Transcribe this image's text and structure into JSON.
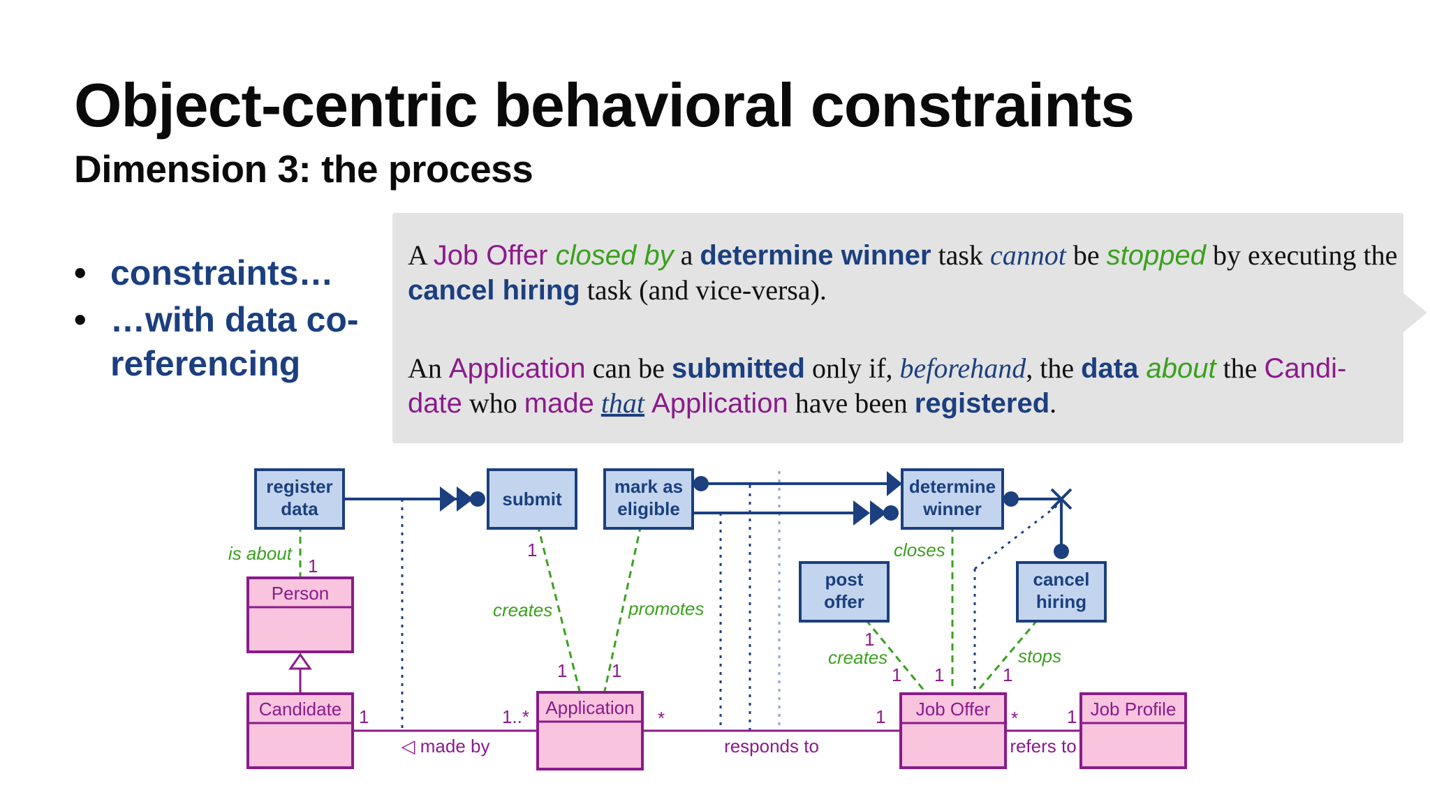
{
  "slide": {
    "title": "Object-centric behavioral constraints",
    "subtitle": "Dimension 3: the process",
    "bullets": [
      "constraints…",
      "…with data co-referencing"
    ],
    "bullet_marker": "•"
  },
  "callout": {
    "p1": {
      "a": "A ",
      "job_offer": "Job Offer",
      "closed_by": " closed by",
      "a2": " a ",
      "determine_winner": "determine winner",
      "task": " task ",
      "cannot": "cannot",
      "be": " be ",
      "stopped": "stopped",
      "by_executing": " by executing the ",
      "cancel_hiring": "cancel hiring",
      "rest": " task (and vice-versa)."
    },
    "p2": {
      "an": "An ",
      "application": "Application",
      "can_be": " can be ",
      "submitted": "submitted",
      "only_if": " only if, ",
      "beforehand": "beforehand",
      "the": ", the ",
      "data": "data",
      "about": " about",
      "the2": " the ",
      "candidate": "Candi-date",
      "who": " who ",
      "made": "made",
      "sp": " ",
      "that": "that",
      "application2": "Application",
      "have_been": " have been ",
      "registered": "registered",
      "period": "."
    }
  },
  "diagram": {
    "tasks": {
      "register_data": [
        "register",
        "data"
      ],
      "submit": [
        "submit"
      ],
      "mark_as_eligible": [
        "mark as",
        "eligible"
      ],
      "determine_winner": [
        "determine",
        "winner"
      ],
      "post_offer": [
        "post",
        "offer"
      ],
      "cancel_hiring": [
        "cancel",
        "hiring"
      ]
    },
    "classes": {
      "person": "Person",
      "candidate": "Candidate",
      "application": "Application",
      "job_offer": "Job Offer",
      "job_profile": "Job Profile"
    },
    "relations": {
      "is_about": "is about",
      "creates_submit": "creates",
      "promotes": "promotes",
      "closes": "closes",
      "creates_post": "creates",
      "stops": "stops",
      "made_by": "◁ made by",
      "responds_to": "responds to",
      "refers_to": "refers to"
    },
    "multiplicities": {
      "is_about": "1",
      "submit": "1",
      "application_creates": "1",
      "application_promotes": "1",
      "post_offer": "1",
      "joboffer_creates": "1",
      "joboffer_closes": "1",
      "joboffer_stops": "1",
      "candidate_madeby": "1",
      "application_madeby": "1..*",
      "application_responds": "*",
      "joboffer_responds": "1",
      "joboffer_refers": "*",
      "jobprofile_refers": "1"
    },
    "colors": {
      "task_fill": "#c3d5ee",
      "task_stroke": "#1b3f7f",
      "class_fill": "#f8c4de",
      "class_stroke": "#8b1a8b",
      "dashed_green": "#3aa01e",
      "constraint": "#1b3f7f"
    }
  }
}
